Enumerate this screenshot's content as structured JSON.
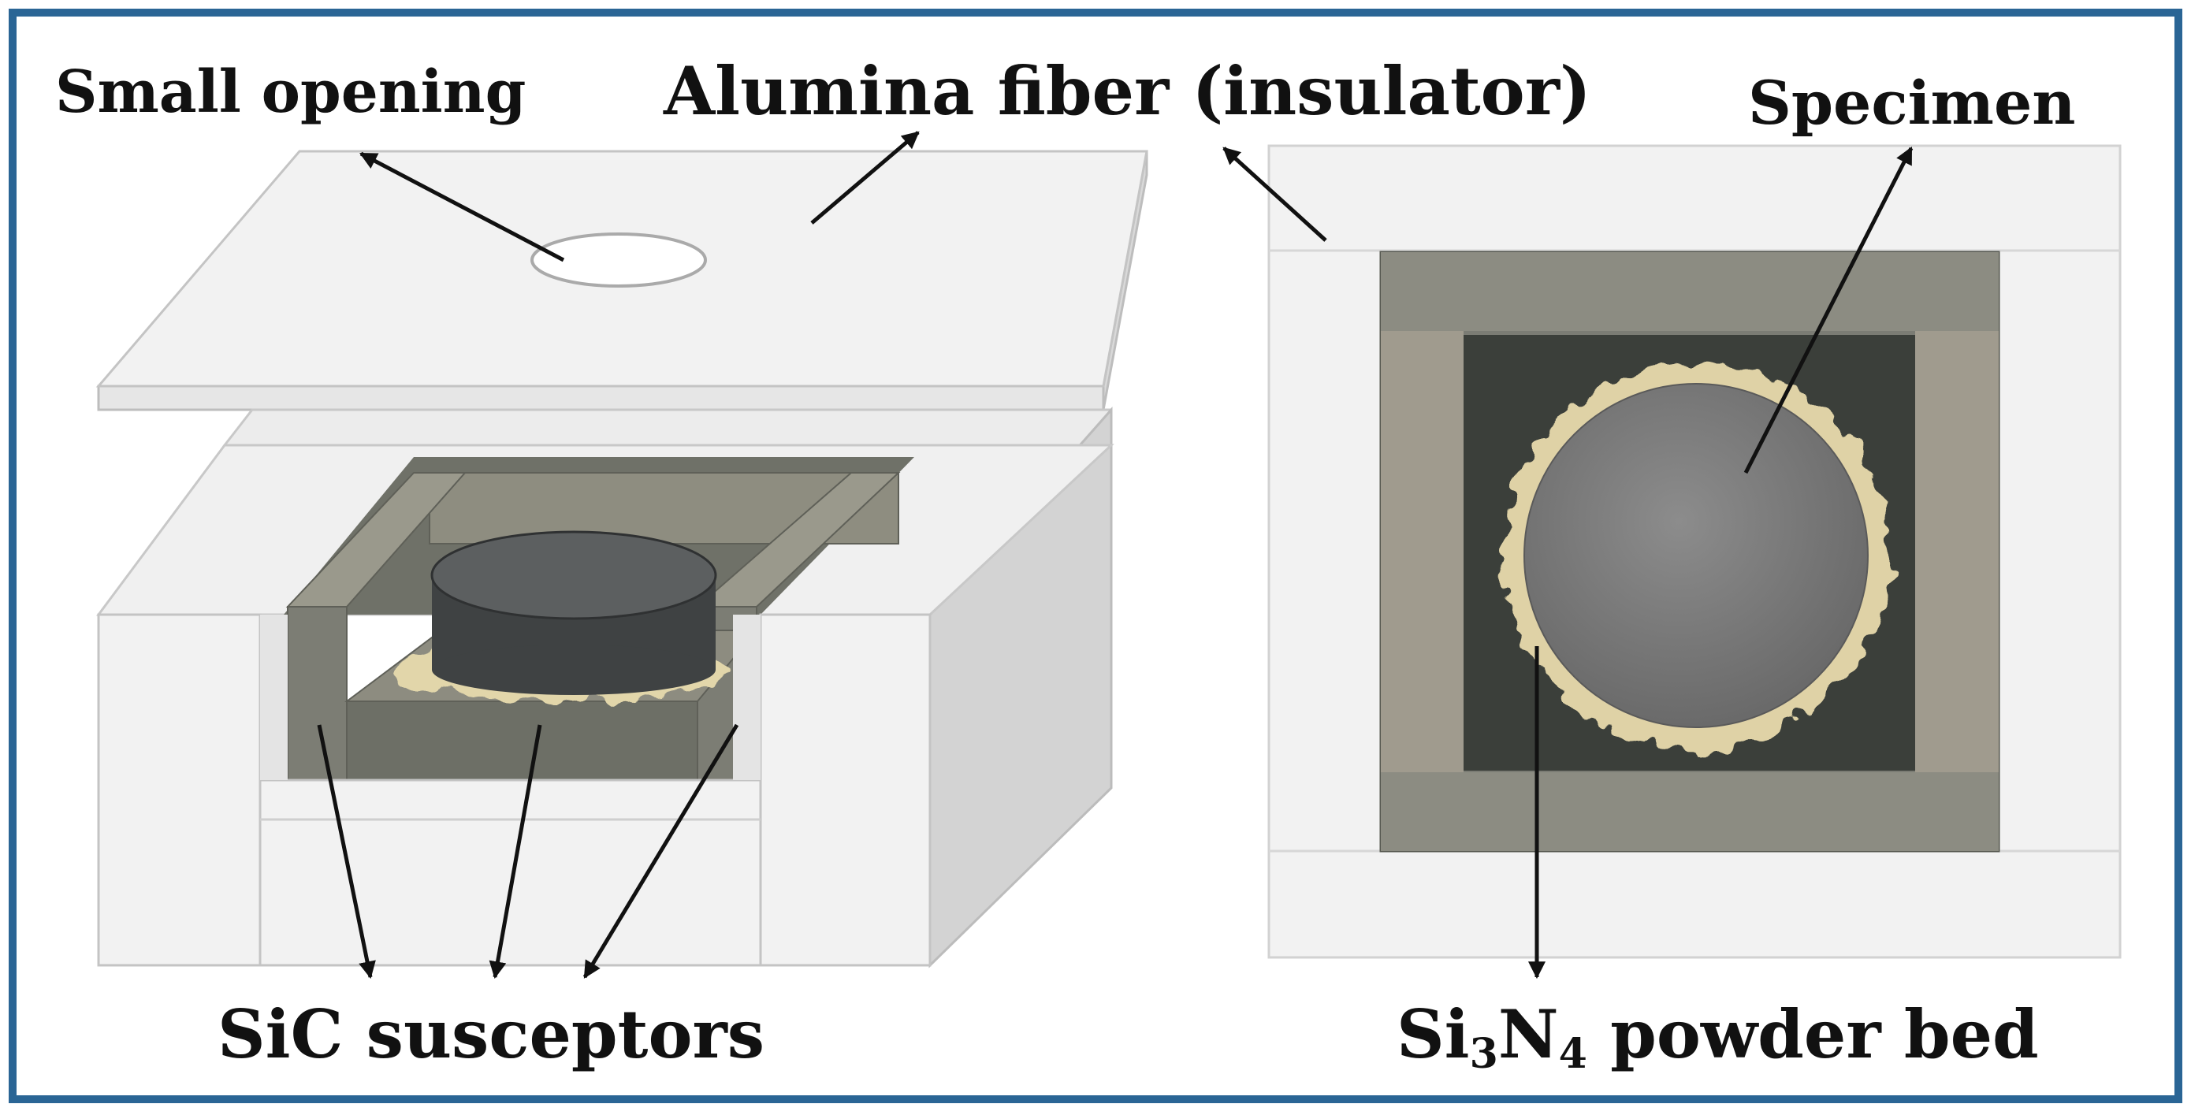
{
  "labels": {
    "small_opening": "Small opening",
    "alumina_fiber": "Alumina fiber (insulator)",
    "specimen": "Specimen",
    "sic_susceptors": "SiC susceptors",
    "si3n4_prefix": "Si",
    "si3n4_sub1": "3",
    "si3n4_mid": "N",
    "si3n4_sub2": "4",
    "si3n4_suffix": " powder bed"
  },
  "colors": {
    "frame": "#2a6595",
    "insulator": "#f2f2f2",
    "insulator_edge": "#c9c9c9",
    "susceptor": "#75776e",
    "susceptor_light": "#9e9d90",
    "susceptor_side": "#a09b8e",
    "cavity": "#3b3f3a",
    "specimen": "#474a4b",
    "powder": "#dfd2a6",
    "arrow": "#111111"
  }
}
